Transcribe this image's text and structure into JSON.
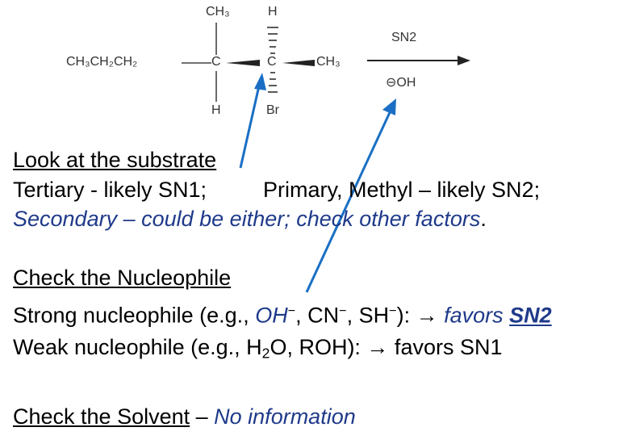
{
  "molecule": {
    "left_chain": "CH₃CH₂CH₂",
    "top_ch3": "CH₃",
    "top_h": "H",
    "bottom_h": "H",
    "bottom_br": "Br",
    "right_ch3": "CH₃",
    "arrow_label_top": "SN2",
    "arrow_label_bottom_symbol": "⊖",
    "arrow_label_bottom": "OH"
  },
  "substrate": {
    "heading": "Look at the substrate",
    "tertiary": "Tertiary - likely SN1;",
    "primary": "Primary, Methyl – likely SN2;",
    "secondary": "Secondary – could be either; check other factors",
    "period": "."
  },
  "nucleophile": {
    "heading": "Check the Nucleophile",
    "strong_prefix": "Strong nucleophile (e.g., ",
    "strong_oh": "OH",
    "minus": "−",
    "strong_cn": ", CN",
    "strong_sh": ", SH",
    "strong_close": "): → ",
    "strong_favors": "favors ",
    "strong_sn2": "SN2",
    "weak_prefix": "Weak nucleophile (e.g., H",
    "weak_sub": "2",
    "weak_rest": "O, ROH): → favors SN1"
  },
  "solvent": {
    "heading": "Check the Solvent",
    "dash": " – ",
    "info": "No information"
  },
  "colors": {
    "annotation_arrow": "#1a6fc4",
    "accent_text": "#1f3a8a"
  }
}
